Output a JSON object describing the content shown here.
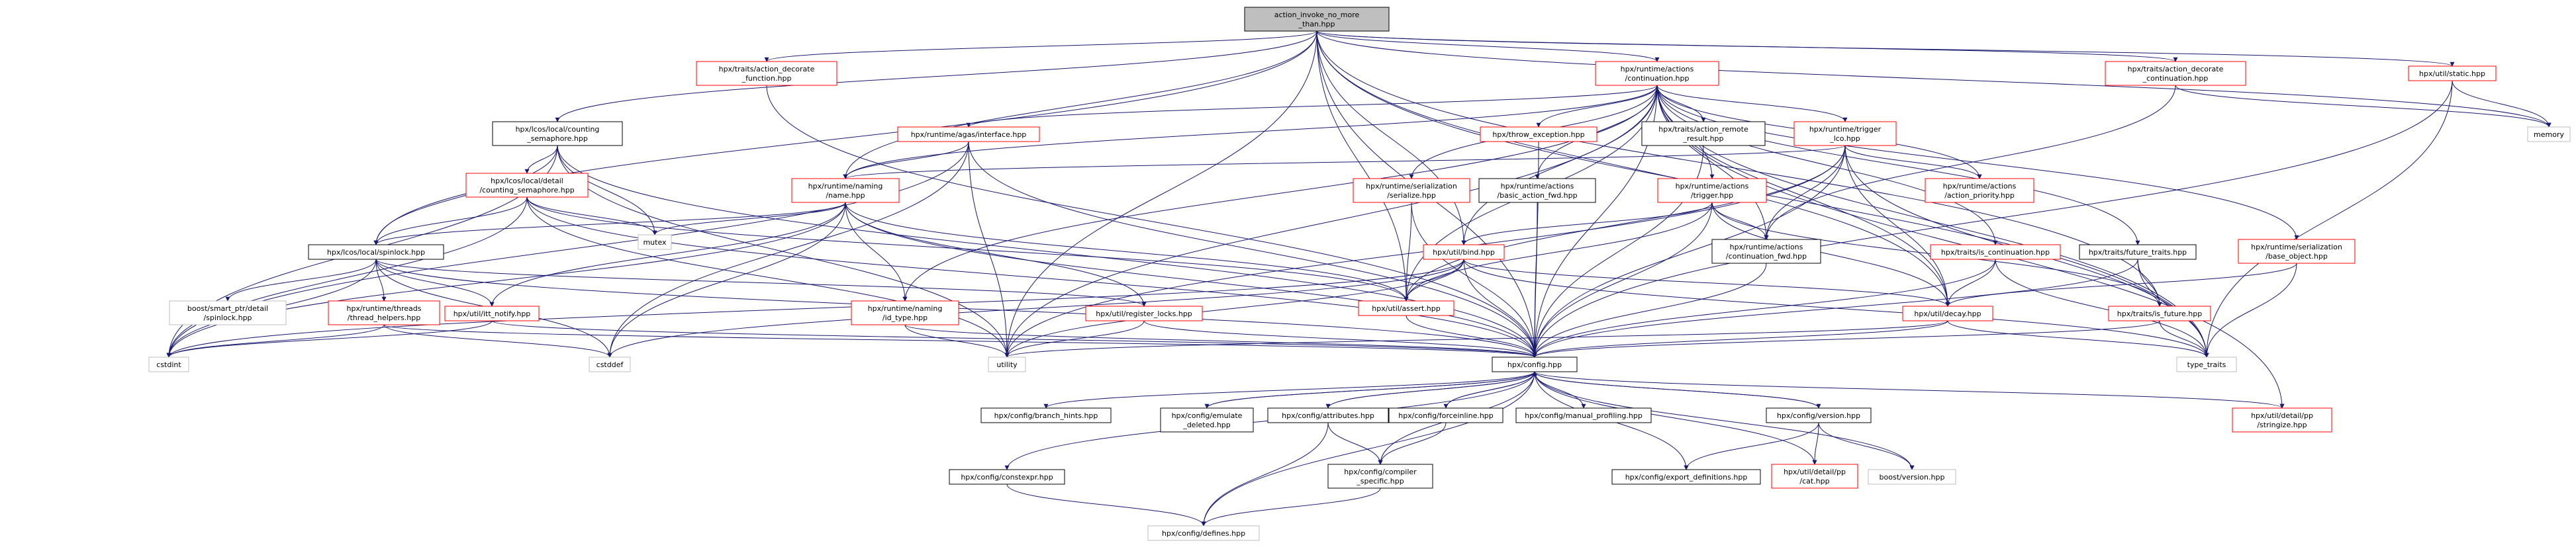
{
  "diagram": {
    "nodes": [
      {
        "id": "root",
        "lines": [
          "action_invoke_no_more",
          "_than.hpp"
        ],
        "style": "root"
      },
      {
        "id": "action_decorate_function",
        "lines": [
          "hpx/traits/action_decorate",
          "_function.hpp"
        ],
        "style": "red"
      },
      {
        "id": "continuation",
        "lines": [
          "hpx/runtime/actions",
          "/continuation.hpp"
        ],
        "style": "red"
      },
      {
        "id": "action_decorate_continuation",
        "lines": [
          "hpx/traits/action_decorate",
          "_continuation.hpp"
        ],
        "style": "red"
      },
      {
        "id": "util_static",
        "lines": [
          "hpx/util/static.hpp"
        ],
        "style": "red"
      },
      {
        "id": "memory",
        "lines": [
          "memory"
        ],
        "style": "gray"
      },
      {
        "id": "counting_semaphore",
        "lines": [
          "hpx/lcos/local/counting",
          "_semaphore.hpp"
        ],
        "style": "black"
      },
      {
        "id": "agas_interface",
        "lines": [
          "hpx/runtime/agas/interface.hpp"
        ],
        "style": "red"
      },
      {
        "id": "throw_exception",
        "lines": [
          "hpx/throw_exception.hpp"
        ],
        "style": "red"
      },
      {
        "id": "action_remote_result",
        "lines": [
          "hpx/traits/action_remote",
          "_result.hpp"
        ],
        "style": "black"
      },
      {
        "id": "trigger_lco",
        "lines": [
          "hpx/runtime/trigger",
          "_lco.hpp"
        ],
        "style": "red"
      },
      {
        "id": "detail_counting_semaphore",
        "lines": [
          "hpx/lcos/local/detail",
          "/counting_semaphore.hpp"
        ],
        "style": "red"
      },
      {
        "id": "naming_name",
        "lines": [
          "hpx/runtime/naming",
          "/name.hpp"
        ],
        "style": "red"
      },
      {
        "id": "serialization_serialize",
        "lines": [
          "hpx/runtime/serialization",
          "/serialize.hpp"
        ],
        "style": "red"
      },
      {
        "id": "basic_action_fwd",
        "lines": [
          "hpx/runtime/actions",
          "/basic_action_fwd.hpp"
        ],
        "style": "black"
      },
      {
        "id": "actions_trigger",
        "lines": [
          "hpx/runtime/actions",
          "/trigger.hpp"
        ],
        "style": "red"
      },
      {
        "id": "action_priority",
        "lines": [
          "hpx/runtime/actions",
          "/action_priority.hpp"
        ],
        "style": "red"
      },
      {
        "id": "mutex",
        "lines": [
          "mutex"
        ],
        "style": "gray"
      },
      {
        "id": "spinlock",
        "lines": [
          "hpx/lcos/local/spinlock.hpp"
        ],
        "style": "black"
      },
      {
        "id": "util_bind",
        "lines": [
          "hpx/util/bind.hpp"
        ],
        "style": "red"
      },
      {
        "id": "continuation_fwd",
        "lines": [
          "hpx/runtime/actions",
          "/continuation_fwd.hpp"
        ],
        "style": "black"
      },
      {
        "id": "is_continuation",
        "lines": [
          "hpx/traits/is_continuation.hpp"
        ],
        "style": "red"
      },
      {
        "id": "future_traits",
        "lines": [
          "hpx/traits/future_traits.hpp"
        ],
        "style": "black"
      },
      {
        "id": "base_object",
        "lines": [
          "hpx/runtime/serialization",
          "/base_object.hpp"
        ],
        "style": "red"
      },
      {
        "id": "boost_spinlock",
        "lines": [
          "boost/smart_ptr/detail",
          "/spinlock.hpp"
        ],
        "style": "gray"
      },
      {
        "id": "thread_helpers",
        "lines": [
          "hpx/runtime/threads",
          "/thread_helpers.hpp"
        ],
        "style": "red"
      },
      {
        "id": "itt_notify",
        "lines": [
          "hpx/util/itt_notify.hpp"
        ],
        "style": "red"
      },
      {
        "id": "util_assert",
        "lines": [
          "hpx/util/assert.hpp"
        ],
        "style": "red"
      },
      {
        "id": "id_type",
        "lines": [
          "hpx/runtime/naming",
          "/id_type.hpp"
        ],
        "style": "red"
      },
      {
        "id": "register_locks",
        "lines": [
          "hpx/util/register_locks.hpp"
        ],
        "style": "red"
      },
      {
        "id": "util_decay",
        "lines": [
          "hpx/util/decay.hpp"
        ],
        "style": "red"
      },
      {
        "id": "is_future",
        "lines": [
          "hpx/traits/is_future.hpp"
        ],
        "style": "red"
      },
      {
        "id": "cstdint",
        "lines": [
          "cstdint"
        ],
        "style": "gray"
      },
      {
        "id": "cstddef",
        "lines": [
          "cstddef"
        ],
        "style": "gray"
      },
      {
        "id": "utility",
        "lines": [
          "utility"
        ],
        "style": "gray"
      },
      {
        "id": "config",
        "lines": [
          "hpx/config.hpp"
        ],
        "style": "black"
      },
      {
        "id": "type_traits",
        "lines": [
          "type_traits"
        ],
        "style": "gray"
      },
      {
        "id": "branch_hints",
        "lines": [
          "hpx/config/branch_hints.hpp"
        ],
        "style": "black"
      },
      {
        "id": "emulate_deleted",
        "lines": [
          "hpx/config/emulate",
          "_deleted.hpp"
        ],
        "style": "black"
      },
      {
        "id": "attributes",
        "lines": [
          "hpx/config/attributes.hpp"
        ],
        "style": "black"
      },
      {
        "id": "forceinline",
        "lines": [
          "hpx/config/forceinline.hpp"
        ],
        "style": "black"
      },
      {
        "id": "manual_profiling",
        "lines": [
          "hpx/config/manual_profiling.hpp"
        ],
        "style": "black"
      },
      {
        "id": "config_version",
        "lines": [
          "hpx/config/version.hpp"
        ],
        "style": "black"
      },
      {
        "id": "stringize",
        "lines": [
          "hpx/util/detail/pp",
          "/stringize.hpp"
        ],
        "style": "red"
      },
      {
        "id": "constexpr",
        "lines": [
          "hpx/config/constexpr.hpp"
        ],
        "style": "black"
      },
      {
        "id": "compiler_specific",
        "lines": [
          "hpx/config/compiler",
          "_specific.hpp"
        ],
        "style": "black"
      },
      {
        "id": "export_definitions",
        "lines": [
          "hpx/config/export_definitions.hpp"
        ],
        "style": "black"
      },
      {
        "id": "pp_cat",
        "lines": [
          "hpx/util/detail/pp",
          "/cat.hpp"
        ],
        "style": "red"
      },
      {
        "id": "boost_version",
        "lines": [
          "boost/version.hpp"
        ],
        "style": "gray"
      },
      {
        "id": "config_defines",
        "lines": [
          "hpx/config/defines.hpp"
        ],
        "style": "gray"
      }
    ],
    "edges": [
      [
        "root",
        "action_decorate_function"
      ],
      [
        "root",
        "continuation"
      ],
      [
        "root",
        "action_decorate_continuation"
      ],
      [
        "root",
        "util_static"
      ],
      [
        "root",
        "memory"
      ],
      [
        "root",
        "counting_semaphore"
      ],
      [
        "root",
        "naming_name"
      ],
      [
        "root",
        "spinlock"
      ],
      [
        "root",
        "util_bind"
      ],
      [
        "root",
        "util_assert"
      ],
      [
        "root",
        "utility"
      ],
      [
        "root",
        "config"
      ],
      [
        "root",
        "type_traits"
      ],
      [
        "root",
        "is_future"
      ],
      [
        "root",
        "util_decay"
      ],
      [
        "action_decorate_function",
        "config"
      ],
      [
        "action_decorate_continuation",
        "continuation_fwd"
      ],
      [
        "action_decorate_continuation",
        "memory"
      ],
      [
        "util_static",
        "memory"
      ],
      [
        "util_static",
        "config"
      ],
      [
        "util_static",
        "type_traits"
      ],
      [
        "continuation",
        "agas_interface"
      ],
      [
        "continuation",
        "throw_exception"
      ],
      [
        "continuation",
        "action_remote_result"
      ],
      [
        "continuation",
        "trigger_lco"
      ],
      [
        "continuation",
        "naming_name"
      ],
      [
        "continuation",
        "serialization_serialize"
      ],
      [
        "continuation",
        "basic_action_fwd"
      ],
      [
        "continuation",
        "actions_trigger"
      ],
      [
        "continuation",
        "action_priority"
      ],
      [
        "continuation",
        "continuation_fwd"
      ],
      [
        "continuation",
        "util_bind"
      ],
      [
        "continuation",
        "is_continuation"
      ],
      [
        "continuation",
        "future_traits"
      ],
      [
        "continuation",
        "base_object"
      ],
      [
        "continuation",
        "util_assert"
      ],
      [
        "continuation",
        "id_type"
      ],
      [
        "continuation",
        "util_decay"
      ],
      [
        "continuation",
        "config"
      ],
      [
        "continuation",
        "type_traits"
      ],
      [
        "continuation",
        "utility"
      ],
      [
        "continuation",
        "stringize"
      ],
      [
        "counting_semaphore",
        "detail_counting_semaphore"
      ],
      [
        "counting_semaphore",
        "spinlock"
      ],
      [
        "counting_semaphore",
        "mutex"
      ],
      [
        "counting_semaphore",
        "config"
      ],
      [
        "counting_semaphore",
        "cstdint"
      ],
      [
        "counting_semaphore",
        "utility"
      ],
      [
        "detail_counting_semaphore",
        "spinlock"
      ],
      [
        "detail_counting_semaphore",
        "mutex"
      ],
      [
        "detail_counting_semaphore",
        "util_assert"
      ],
      [
        "detail_counting_semaphore",
        "config"
      ],
      [
        "detail_counting_semaphore",
        "cstdint"
      ],
      [
        "detail_counting_semaphore",
        "utility"
      ],
      [
        "agas_interface",
        "naming_name"
      ],
      [
        "agas_interface",
        "config"
      ],
      [
        "agas_interface",
        "utility"
      ],
      [
        "agas_interface",
        "cstddef"
      ],
      [
        "agas_interface",
        "cstdint"
      ],
      [
        "throw_exception",
        "config"
      ],
      [
        "action_remote_result",
        "config"
      ],
      [
        "trigger_lco",
        "naming_name"
      ],
      [
        "trigger_lco",
        "action_priority"
      ],
      [
        "trigger_lco",
        "continuation_fwd"
      ],
      [
        "trigger_lco",
        "util_assert"
      ],
      [
        "trigger_lco",
        "util_decay"
      ],
      [
        "trigger_lco",
        "config"
      ],
      [
        "trigger_lco",
        "type_traits"
      ],
      [
        "trigger_lco",
        "utility"
      ],
      [
        "naming_name",
        "spinlock"
      ],
      [
        "naming_name",
        "mutex"
      ],
      [
        "naming_name",
        "id_type"
      ],
      [
        "naming_name",
        "register_locks"
      ],
      [
        "naming_name",
        "itt_notify"
      ],
      [
        "naming_name",
        "util_assert"
      ],
      [
        "naming_name",
        "config"
      ],
      [
        "naming_name",
        "cstddef"
      ],
      [
        "naming_name",
        "cstdint"
      ],
      [
        "serialization_serialize",
        "config"
      ],
      [
        "serialization_serialize",
        "util_assert"
      ],
      [
        "basic_action_fwd",
        "config"
      ],
      [
        "actions_trigger",
        "util_bind"
      ],
      [
        "actions_trigger",
        "continuation_fwd"
      ],
      [
        "actions_trigger",
        "util_decay"
      ],
      [
        "actions_trigger",
        "is_future"
      ],
      [
        "actions_trigger",
        "config"
      ],
      [
        "actions_trigger",
        "util_assert"
      ],
      [
        "spinlock",
        "boost_spinlock"
      ],
      [
        "spinlock",
        "thread_helpers"
      ],
      [
        "spinlock",
        "itt_notify"
      ],
      [
        "spinlock",
        "register_locks"
      ],
      [
        "spinlock",
        "config"
      ],
      [
        "spinlock",
        "cstdint"
      ],
      [
        "spinlock",
        "cstddef"
      ],
      [
        "util_bind",
        "util_assert"
      ],
      [
        "util_bind",
        "util_decay"
      ],
      [
        "util_bind",
        "config"
      ],
      [
        "util_bind",
        "type_traits"
      ],
      [
        "util_bind",
        "utility"
      ],
      [
        "util_bind",
        "cstddef"
      ],
      [
        "util_bind",
        "cstdint"
      ],
      [
        "continuation_fwd",
        "config"
      ],
      [
        "is_continuation",
        "util_decay"
      ],
      [
        "is_continuation",
        "config"
      ],
      [
        "is_continuation",
        "type_traits"
      ],
      [
        "future_traits",
        "is_future"
      ],
      [
        "future_traits",
        "type_traits"
      ],
      [
        "future_traits",
        "config"
      ],
      [
        "base_object",
        "type_traits"
      ],
      [
        "base_object",
        "util_decay"
      ],
      [
        "thread_helpers",
        "config"
      ],
      [
        "thread_helpers",
        "cstdint"
      ],
      [
        "thread_helpers",
        "cstddef"
      ],
      [
        "itt_notify",
        "config"
      ],
      [
        "itt_notify",
        "cstdint"
      ],
      [
        "util_assert",
        "config"
      ],
      [
        "id_type",
        "config"
      ],
      [
        "id_type",
        "utility"
      ],
      [
        "register_locks",
        "config"
      ],
      [
        "register_locks",
        "utility"
      ],
      [
        "util_decay",
        "config"
      ],
      [
        "util_decay",
        "type_traits"
      ],
      [
        "util_decay",
        "utility"
      ],
      [
        "is_future",
        "config"
      ],
      [
        "is_future",
        "type_traits"
      ],
      [
        "config",
        "branch_hints"
      ],
      [
        "config",
        "emulate_deleted"
      ],
      [
        "config",
        "attributes"
      ],
      [
        "config",
        "forceinline"
      ],
      [
        "config",
        "manual_profiling"
      ],
      [
        "config",
        "config_version"
      ],
      [
        "config",
        "stringize"
      ],
      [
        "config",
        "constexpr"
      ],
      [
        "config",
        "compiler_specific"
      ],
      [
        "config",
        "export_definitions"
      ],
      [
        "config",
        "pp_cat"
      ],
      [
        "config",
        "boost_version"
      ],
      [
        "config",
        "config_defines"
      ],
      [
        "emulate_deleted",
        "config"
      ],
      [
        "attributes",
        "config"
      ],
      [
        "forceinline",
        "config"
      ],
      [
        "config_version",
        "config"
      ],
      [
        "attributes",
        "compiler_specific"
      ],
      [
        "attributes",
        "config_defines"
      ],
      [
        "forceinline",
        "compiler_specific"
      ],
      [
        "compiler_specific",
        "config_defines"
      ],
      [
        "constexpr",
        "config_defines"
      ],
      [
        "config_version",
        "export_definitions"
      ],
      [
        "config_version",
        "pp_cat"
      ],
      [
        "config_version",
        "boost_version"
      ]
    ]
  }
}
